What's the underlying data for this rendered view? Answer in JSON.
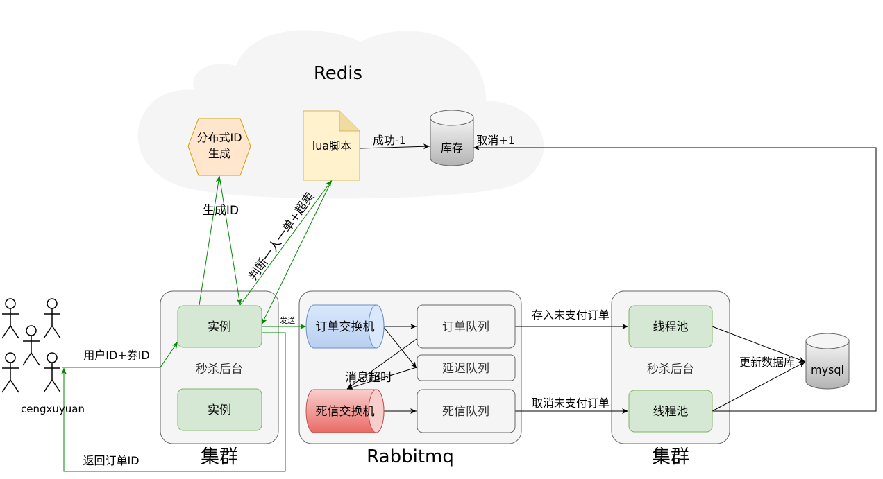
{
  "redis": {
    "title": "Redis"
  },
  "distributed_id": {
    "line1": "分布式ID",
    "line2": "生成"
  },
  "lua_script": {
    "label": "lua脚本"
  },
  "inventory": {
    "label": "库存"
  },
  "labels": {
    "success_minus_one": "成功-1",
    "cancel_plus_one": "取消+1",
    "generate_id": "生成ID",
    "judge_one_per_user": "判断一人一单+超卖",
    "user_id_coupon_id": "用户ID+券ID",
    "return_order_id": "返回订单ID",
    "send": "发送",
    "message_timeout": "消息超时",
    "store_unpaid_order": "存入未支付订单",
    "cancel_unpaid_order": "取消未支付订单",
    "update_database": "更新数据库"
  },
  "users": {
    "name": "cengxuyuan"
  },
  "seckill_backend_left": {
    "label": "秒杀后台",
    "cluster_title": "集群",
    "instances": [
      "实例",
      "实例"
    ]
  },
  "rabbitmq": {
    "title": "Rabbitmq",
    "order_exchange": "订单交换机",
    "dead_letter_exchange": "死信交换机",
    "order_queue": "订单队列",
    "delay_queue": "延迟队列",
    "dead_letter_queue": "死信队列"
  },
  "seckill_backend_right": {
    "label": "秒杀后台",
    "cluster_title": "集群",
    "thread_pools": [
      "线程池",
      "线程池"
    ]
  },
  "mysql": {
    "label": "mysql"
  },
  "colors": {
    "green_arrow": "#008a00",
    "instance_fill": "#d5e8d4",
    "instance_stroke": "#82b366",
    "hex_fill": "#ffe6cc",
    "hex_stroke": "#d79b00",
    "note_fill": "#fff2cc",
    "note_stroke": "#d6b656",
    "order_exchange_fill": "#dae8fc",
    "dead_exchange_fill": "#f8cecc",
    "cluster_fill": "#f5f5f5",
    "cloud_fill": "#f5f5f5"
  }
}
